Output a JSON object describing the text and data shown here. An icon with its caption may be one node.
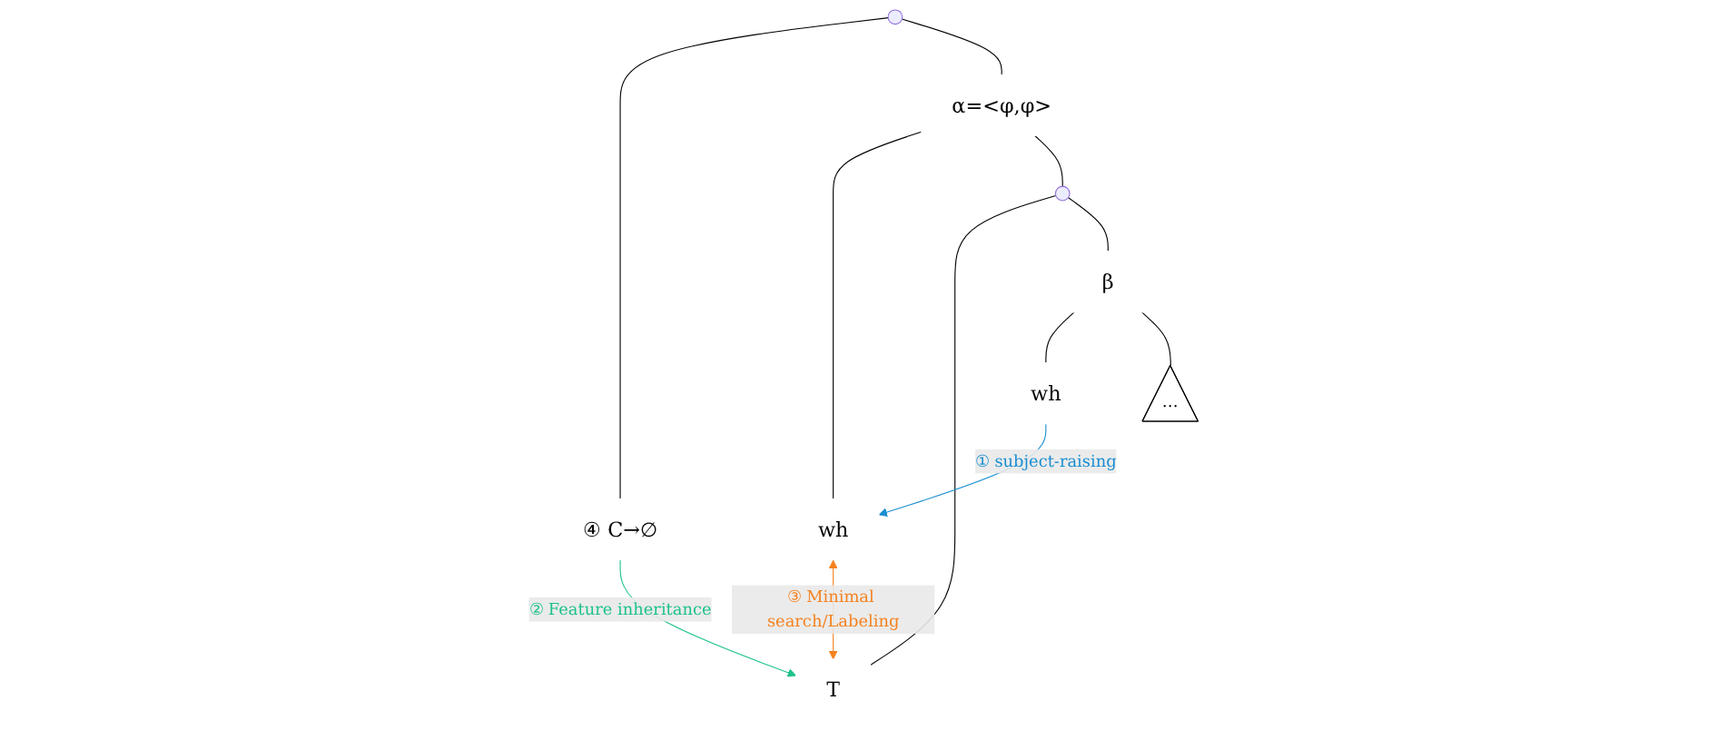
{
  "diagram": {
    "nodes": [
      {
        "text": [],
        "shape": "point"
      },
      {
        "text": [
          "④ C→∅"
        ]
      },
      {
        "text": [
          "α=<φ,φ>"
        ]
      },
      {
        "text": [
          "wh"
        ]
      },
      {
        "text": [],
        "shape": "point"
      },
      {
        "text": [
          "T"
        ]
      },
      {
        "text": [
          "β"
        ]
      },
      {
        "text": [
          "wh"
        ]
      },
      {
        "text": [
          "…"
        ]
      }
    ],
    "edges": [
      {
        "from": 0,
        "to": 1,
        "arrow": "none"
      },
      {
        "from": 0,
        "to": 2,
        "arrow": "none"
      },
      {
        "from": 2,
        "to": 3,
        "arrow": "none"
      },
      {
        "from": 2,
        "to": 4,
        "arrow": "none"
      },
      {
        "from": 4,
        "to": 5,
        "arrow": "none"
      },
      {
        "from": 4,
        "to": 6,
        "arrow": "none"
      },
      {
        "from": 6,
        "to": 7,
        "arrow": "none"
      },
      {
        "from": 6,
        "to": 8,
        "arrow": "none"
      },
      {
        "from": 1,
        "to": 5,
        "arrow": "to",
        "label": "② Feature inheritance",
        "color": "#1ec28b"
      },
      {
        "from": 7,
        "to": 3,
        "arrow": "to",
        "label": "① subject-raising",
        "color": "#1a8ed0"
      },
      {
        "from": 3,
        "to": 5,
        "arrow": "both",
        "label": "③ Minimal search/Labeling",
        "color": "#f5821f"
      }
    ]
  }
}
